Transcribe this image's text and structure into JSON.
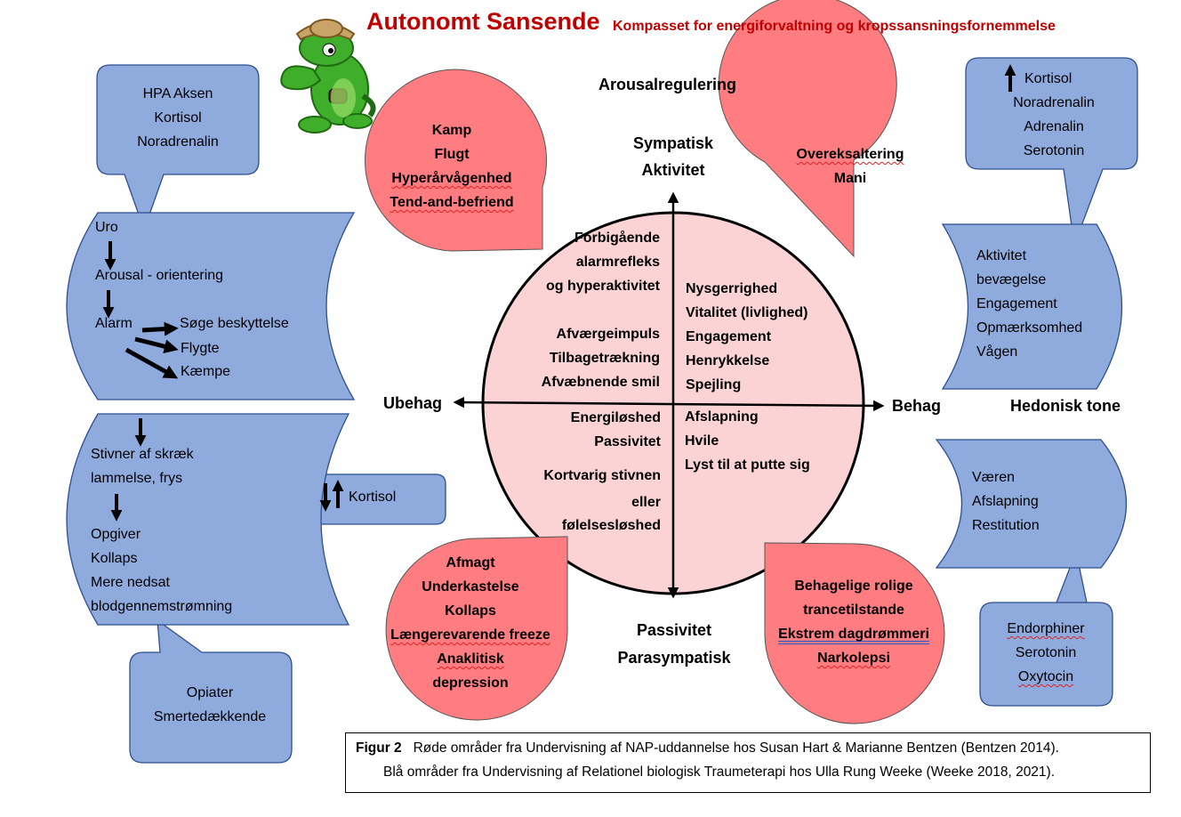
{
  "title": {
    "main": "Autonomt Sansende",
    "sub": "Kompasset for energiforvaltning og kropssansningsfornemmelse"
  },
  "axes": {
    "top_label": "Arousalregulering",
    "north": [
      "Sympatisk",
      "Aktivitet"
    ],
    "south": [
      "Passivitet",
      "Parasympatisk"
    ],
    "west": "Ubehag",
    "east": "Behag",
    "hedonic": "Hedonisk tone"
  },
  "circle": {
    "nw_top": [
      "Forbigående",
      "alarmrefleks",
      "og hyperaktivitet"
    ],
    "nw_bottom": [
      "Afværgeimpuls",
      "Tilbagetrækning",
      "Afvæbnende smil"
    ],
    "ne": [
      "Nysgerrighed",
      "Vitalitet (livlighed)",
      "Engagement",
      "Henrykkelse",
      "Spejling"
    ],
    "sw_top": [
      "Energiløshed",
      "Passivitet"
    ],
    "sw_bottom": [
      "Kortvarig stivnen",
      "eller",
      "følelsesløshed"
    ],
    "se": [
      "Afslapning",
      "Hvile",
      "Lyst til at putte sig"
    ]
  },
  "red_bubbles": {
    "top_left": [
      "Kamp",
      "Flugt",
      "Hyperårvågenhed",
      "Tend-and-befriend"
    ],
    "top_right": [
      "Overeksaltering",
      "Mani"
    ],
    "bottom_left": [
      "Afmagt",
      "Underkastelse",
      "Kollaps",
      "Længerevarende freeze",
      "Anaklitisk",
      "depression"
    ],
    "bottom_right": [
      "Behagelige rolige",
      "trancetilstande",
      "Ekstrem dagdrømmeri",
      "Narkolepsi"
    ]
  },
  "blue_callouts": {
    "hpa": [
      "HPA Aksen",
      "Kortisol",
      "Noradrenalin"
    ],
    "hormones_up": [
      "Kortisol",
      "Noradrenalin",
      "Adrenalin",
      "Serotonin"
    ],
    "endorphins": [
      "Endorphiner",
      "Serotonin",
      "Oxytocin"
    ],
    "opiates": [
      "Opiater",
      "Smertedækkende"
    ],
    "kortisol_small": "Kortisol"
  },
  "scrolls": {
    "left_top": {
      "uro": "Uro",
      "arousal": "Arousal - orientering",
      "alarm": "Alarm",
      "branches": [
        "Søge beskyttelse",
        "Flygte",
        "Kæmpe"
      ]
    },
    "left_bottom": [
      "Stivner af skræk",
      "lammelse, frys",
      "Opgiver",
      "Kollaps",
      "Mere nedsat",
      "blodgennemstrømning"
    ],
    "right_top": [
      "Aktivitet",
      "bevægelse",
      "Engagement",
      "Opmærksomhed",
      "Vågen"
    ],
    "right_bottom": [
      "Væren",
      "Afslapning",
      "Restitution"
    ]
  },
  "caption": {
    "label": "Figur 2",
    "line1": "Røde områder fra Undervisning af NAP-uddannelse hos Susan Hart & Marianne Bentzen (Bentzen 2014).",
    "line2": "Blå områder fra Undervisning af Relationel biologisk Traumeterapi hos Ulla Rung Weeke (Weeke 2018, 2021)."
  },
  "colors": {
    "red_bubble": "#ff7c80",
    "blue_shape": "#8faadc",
    "circle_fill": "#fbd3d5",
    "title_red": "#c00000",
    "mascot_green": "#3fae2a",
    "mascot_hat": "#c8a46a"
  },
  "icons": [
    "crocodile-mascot",
    "arrow-up-icon",
    "arrow-down-icon",
    "arrow-right-icon"
  ]
}
